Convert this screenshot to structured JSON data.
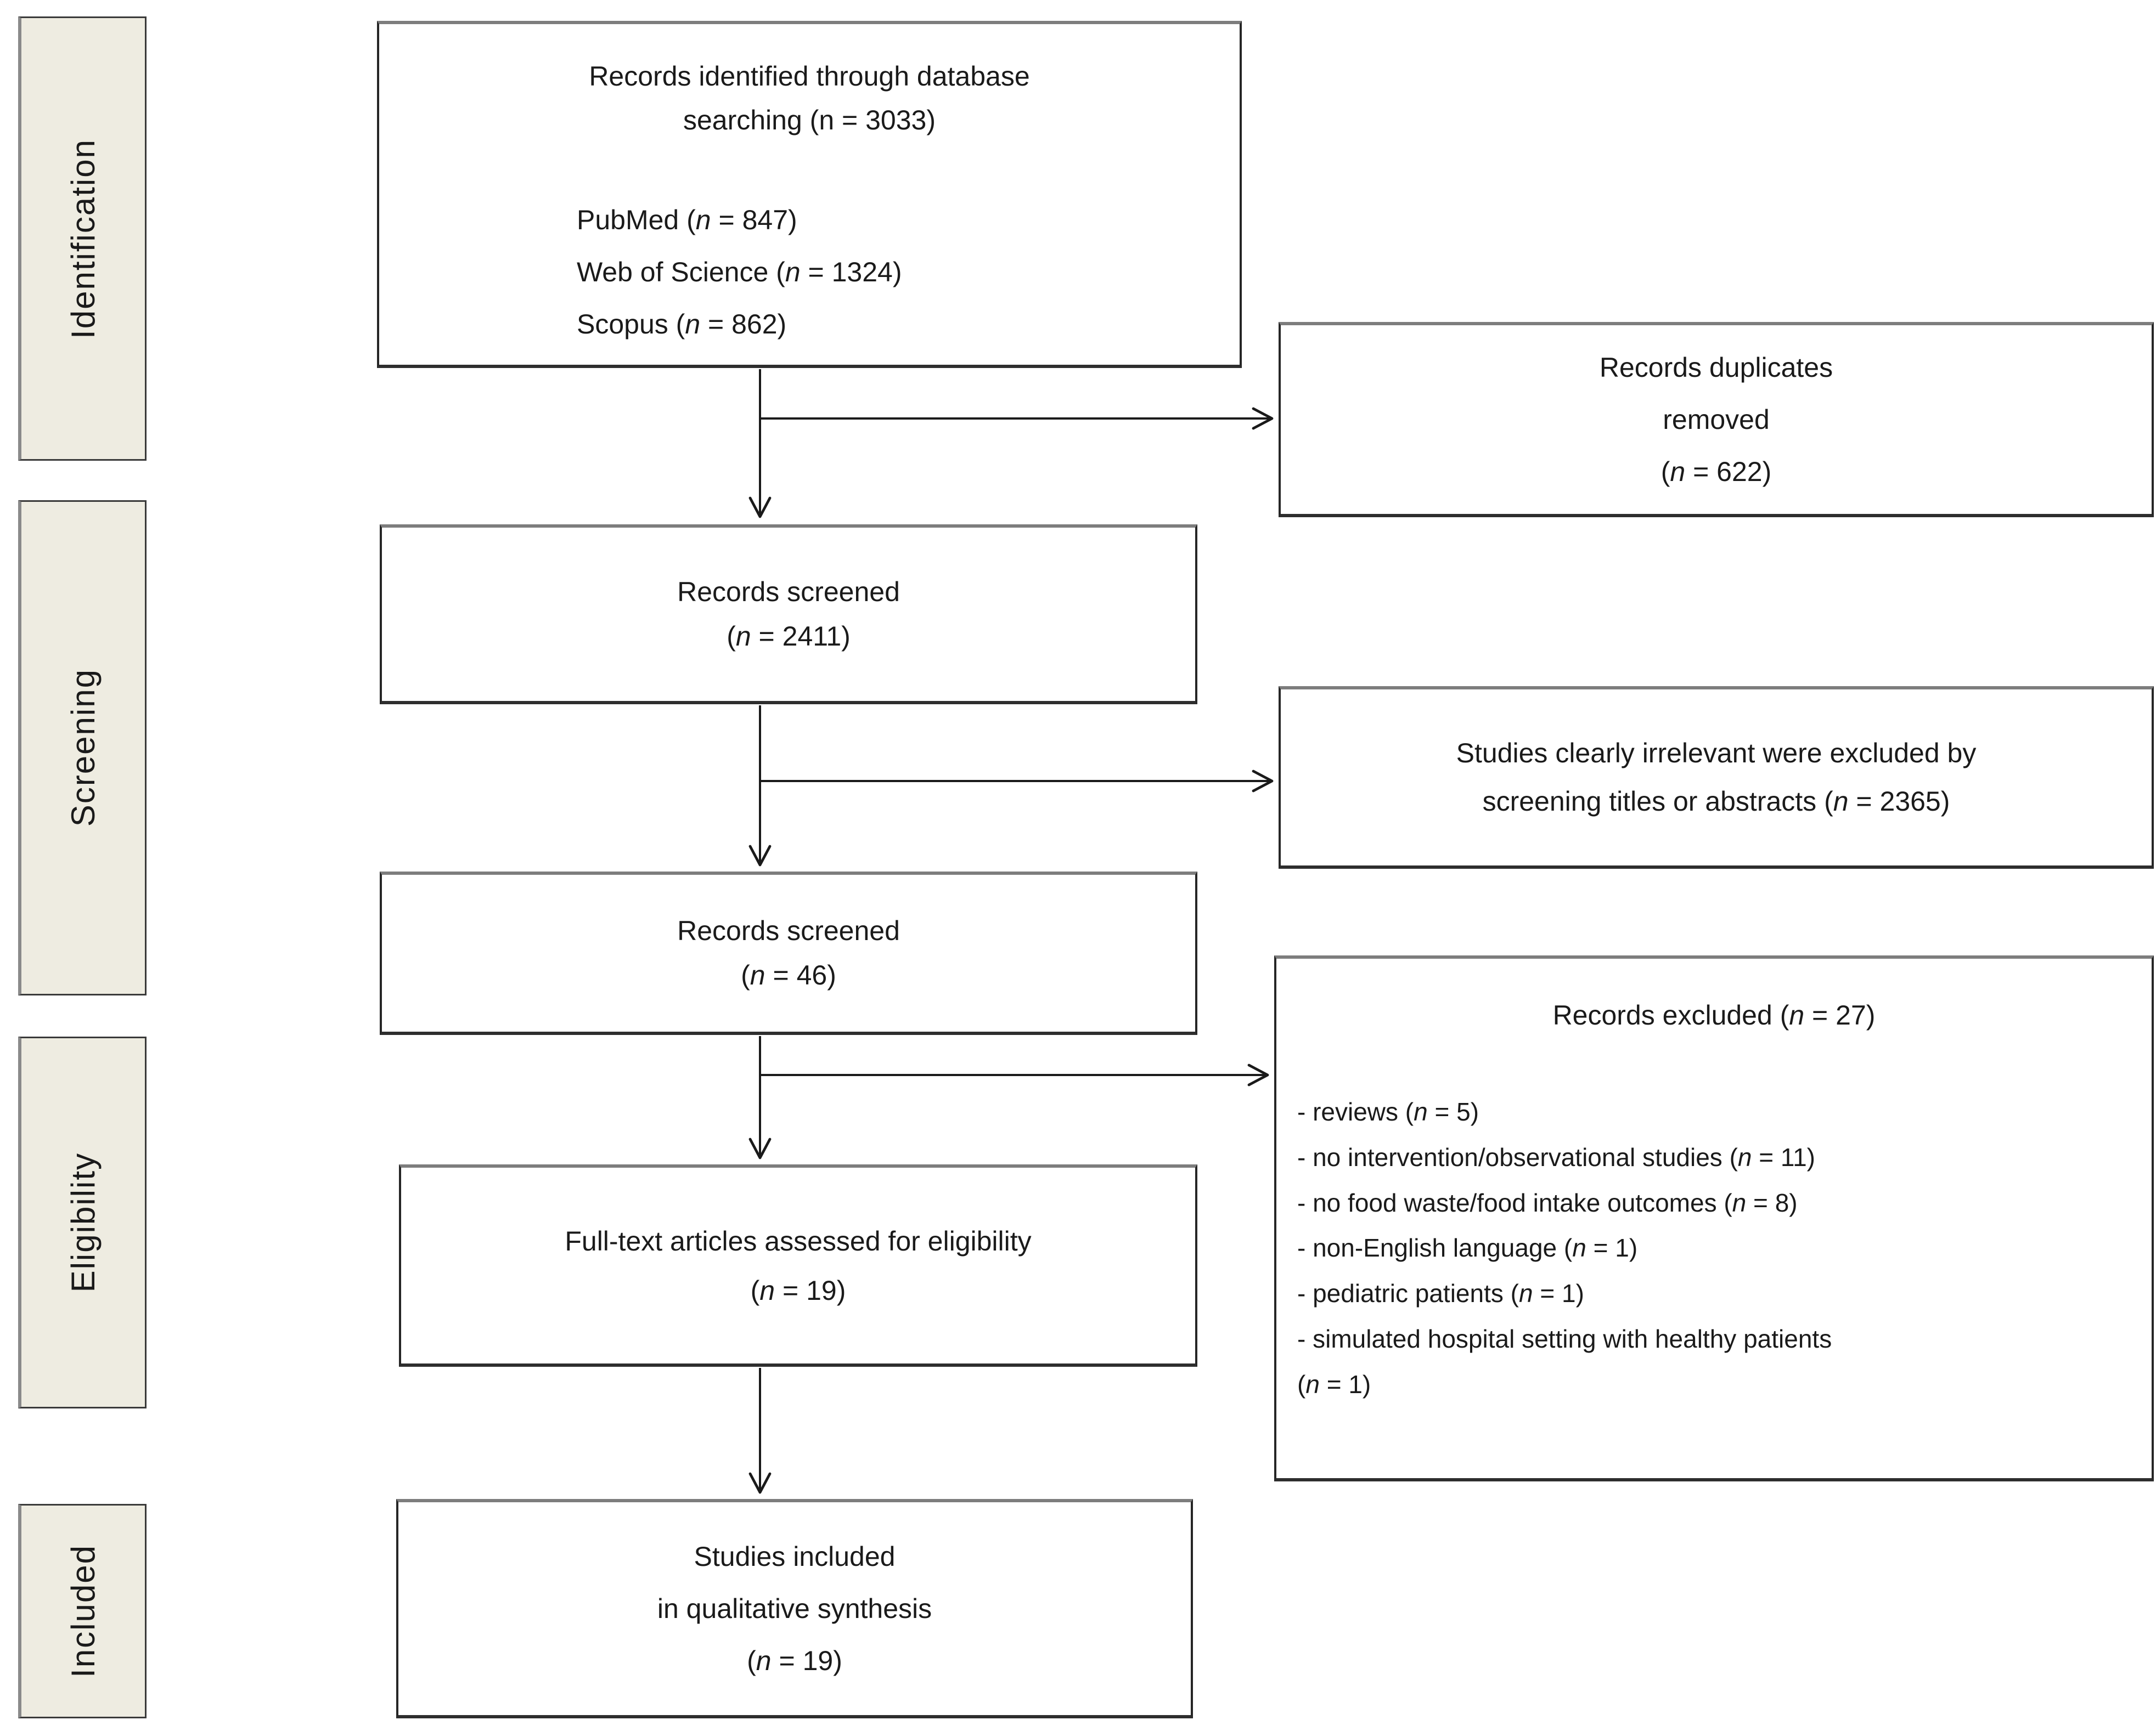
{
  "figure": {
    "background": "#ffffff",
    "text_color": "#1a1a1a",
    "sidebar_fill": "#eeece1",
    "box_border_color": "#262626",
    "box_border_top_color": "#7d7d7d",
    "arrow_color": "#1a1a1a"
  },
  "sidebar": {
    "stages": [
      {
        "label": "Identification"
      },
      {
        "label": "Screening"
      },
      {
        "label": "Eligibility"
      },
      {
        "label": "Included"
      }
    ]
  },
  "flow": {
    "identified": {
      "line1": "Records identified through database",
      "line2": "searching (n = 3033)",
      "sources": [
        "PubMed (*n* = 847)",
        "Web of Science (*n* = 1324)",
        "Scopus (*n* = 862)"
      ]
    },
    "duplicates": {
      "lines": [
        "Records duplicates",
        "removed",
        "(*n* = 622)"
      ]
    },
    "screened1": {
      "lines": [
        "Records screened",
        "(*n* = 2411)"
      ]
    },
    "irrelevant": {
      "lines": [
        "Studies clearly irrelevant were excluded by",
        "screening titles or abstracts (*n* = 2365)"
      ]
    },
    "screened2": {
      "lines": [
        "Records screened",
        "(*n* = 46)"
      ]
    },
    "excluded": {
      "title": "Records excluded (*n* = 27)",
      "reasons": [
        "- reviews (*n* = 5)",
        "- no intervention/observational studies (*n* = 11)",
        "- no food waste/food intake outcomes (*n* = 8)",
        "- non-English language (*n* = 1)",
        "- pediatric patients (*n* = 1)",
        "- simulated hospital setting with healthy patients",
        "(*n* = 1)"
      ]
    },
    "fulltext": {
      "lines": [
        "Full-text articles assessed for eligibility",
        "(*n* = 19)"
      ]
    },
    "included": {
      "lines": [
        "Studies included",
        "in qualitative synthesis",
        "(*n* = 19)"
      ]
    }
  }
}
